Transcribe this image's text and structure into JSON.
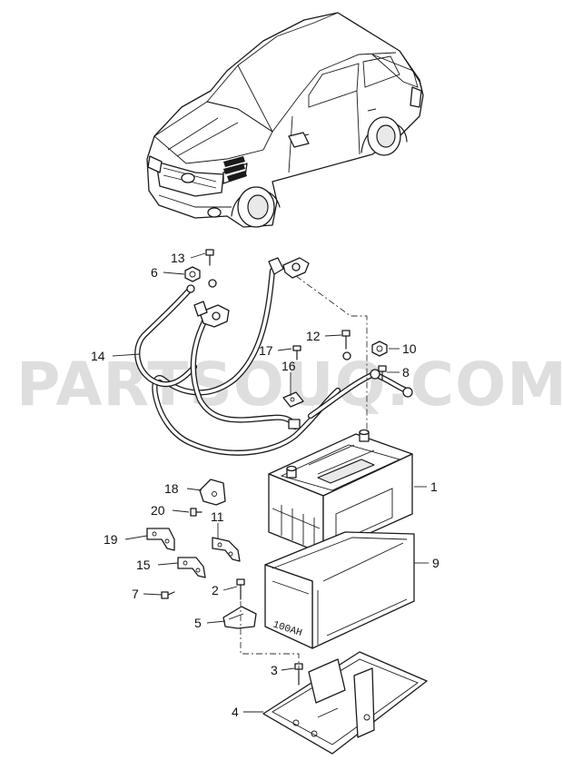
{
  "watermark": "PARTSOUQ.COM",
  "callouts": {
    "c1": "1",
    "c2": "2",
    "c3": "3",
    "c4": "4",
    "c5": "5",
    "c6": "6",
    "c7": "7",
    "c8": "8",
    "c9": "9",
    "c10": "10",
    "c11": "11",
    "c12": "12",
    "c13": "13",
    "c14": "14",
    "c15": "15",
    "c16": "16",
    "c17": "17",
    "c18": "18",
    "c19": "19",
    "c20": "20"
  },
  "battery_tray_label": "100AH"
}
